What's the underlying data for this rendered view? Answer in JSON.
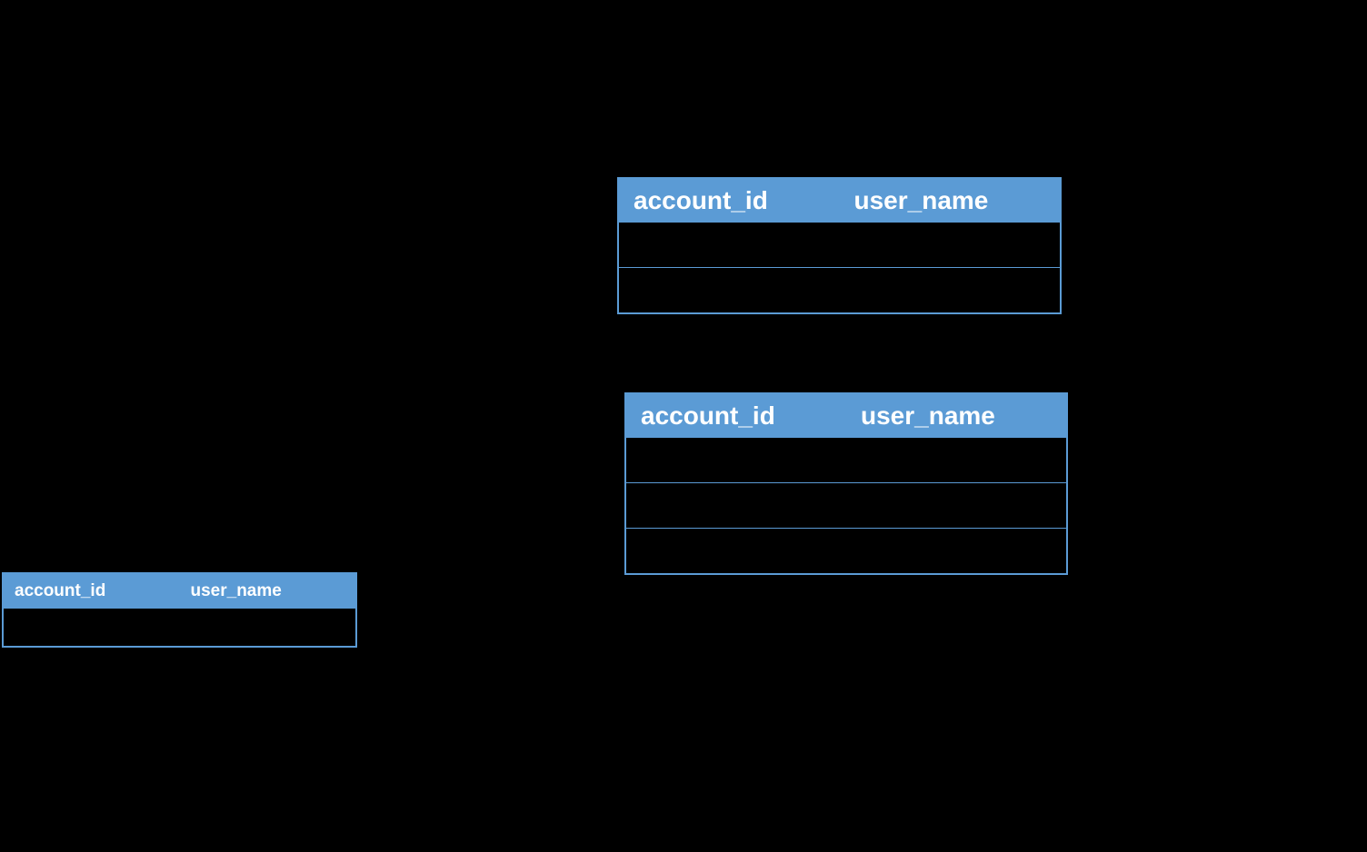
{
  "canvas": {
    "background_color": "#000000",
    "accent_color": "#5B9BD5",
    "header_text_color": "#FFFFFF"
  },
  "tables": [
    {
      "name": "top-right-table",
      "columns": [
        "account_id",
        "user_name"
      ],
      "rows": [
        [
          "",
          ""
        ],
        [
          "",
          ""
        ]
      ]
    },
    {
      "name": "middle-right-table",
      "columns": [
        "account_id",
        "user_name"
      ],
      "rows": [
        [
          "",
          ""
        ],
        [
          "",
          ""
        ],
        [
          "",
          ""
        ]
      ]
    },
    {
      "name": "bottom-left-table",
      "columns": [
        "account_id",
        "user_name"
      ],
      "rows": [
        [
          "",
          ""
        ]
      ]
    }
  ]
}
